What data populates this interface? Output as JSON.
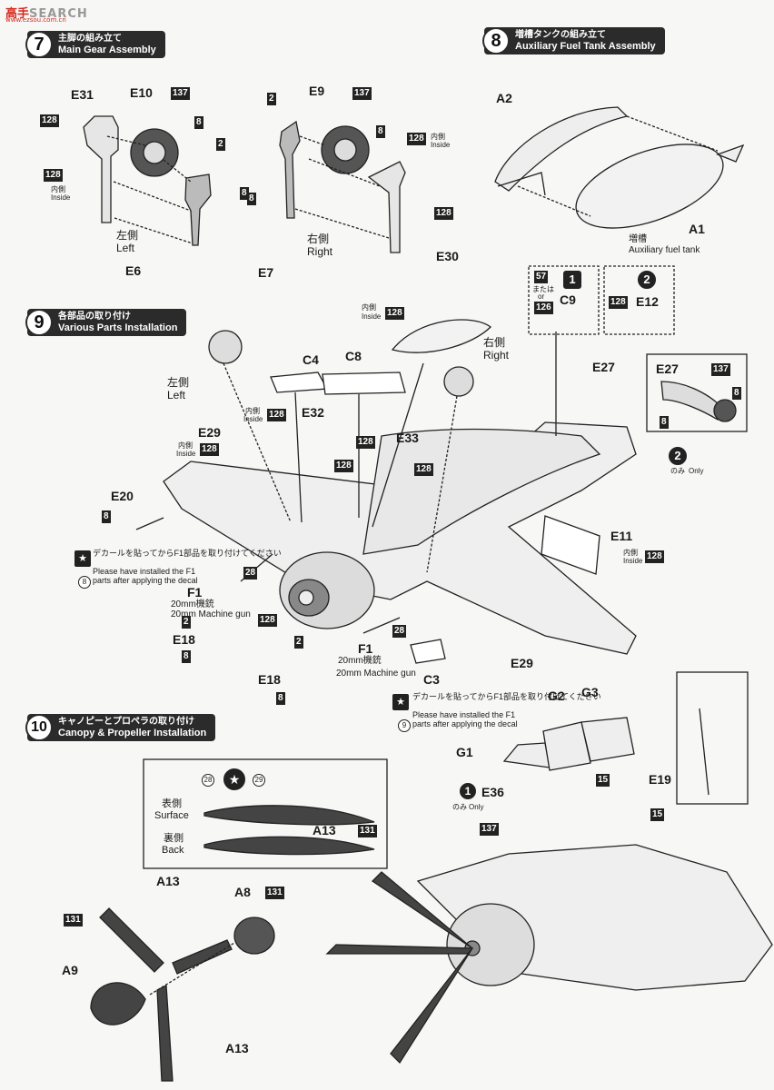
{
  "watermark": {
    "brand_a": "高手",
    "brand_b": "SEARCH",
    "url": "www.ezsou.com.cn"
  },
  "steps": {
    "s7": {
      "num": "7",
      "jp": "主脚の組み立て",
      "en": "Main Gear Assembly"
    },
    "s8": {
      "num": "8",
      "jp": "増槽タンクの組み立て",
      "en": "Auxiliary Fuel Tank Assembly"
    },
    "s9": {
      "num": "9",
      "jp": "各部品の取り付け",
      "en": "Various Parts Installation"
    },
    "s10": {
      "num": "10",
      "jp": "キャノピーとプロペラの取り付け",
      "en": "Canopy & Propeller Installation"
    }
  },
  "step7": {
    "parts": [
      "E31",
      "E10",
      "E6",
      "E9",
      "E7",
      "E30"
    ],
    "paints": [
      "128",
      "137",
      "8",
      "2"
    ],
    "left_jp": "左側",
    "left_en": "Left",
    "right_jp": "右側",
    "right_en": "Right",
    "inside_jp": "内側",
    "inside_en": "Inside"
  },
  "step8": {
    "parts": [
      "A2",
      "A1"
    ],
    "tank_jp": "増槽",
    "tank_en": "Auxiliary fuel tank"
  },
  "step9": {
    "parts": [
      "C4",
      "C8",
      "E32",
      "E33",
      "E29",
      "E20",
      "F1",
      "E18",
      "C3",
      "C9",
      "E11",
      "E12",
      "E27"
    ],
    "paints": [
      "128",
      "8",
      "28",
      "2",
      "57",
      "126",
      "137"
    ],
    "or_jp": "または",
    "or_en": "or",
    "mg_jp": "20mm機銃",
    "mg_en": "20mm Machine gun",
    "only_jp": "のみ",
    "only_en": "Only",
    "decal_note_jp": "デカールを貼ってからF1部品を取り付けてください",
    "decal_note_en1": "Please have installed the F1",
    "decal_note_en2": "parts after applying the decal",
    "circle_8": "8",
    "circle_9": "9",
    "version1": "1",
    "version2": "2"
  },
  "step10": {
    "parts": [
      "G1",
      "G2",
      "G3",
      "E36",
      "E19",
      "A13",
      "A8",
      "A9"
    ],
    "paints": [
      "15",
      "137",
      "131",
      "28",
      "29"
    ],
    "surface_jp": "表側",
    "surface_en": "Surface",
    "back_jp": "裏側",
    "back_en": "Back"
  },
  "colors": {
    "ink": "#1a1a1a",
    "panel": "#2b2b2b",
    "paper": "#f7f7f5",
    "accent": "#d6281e"
  }
}
